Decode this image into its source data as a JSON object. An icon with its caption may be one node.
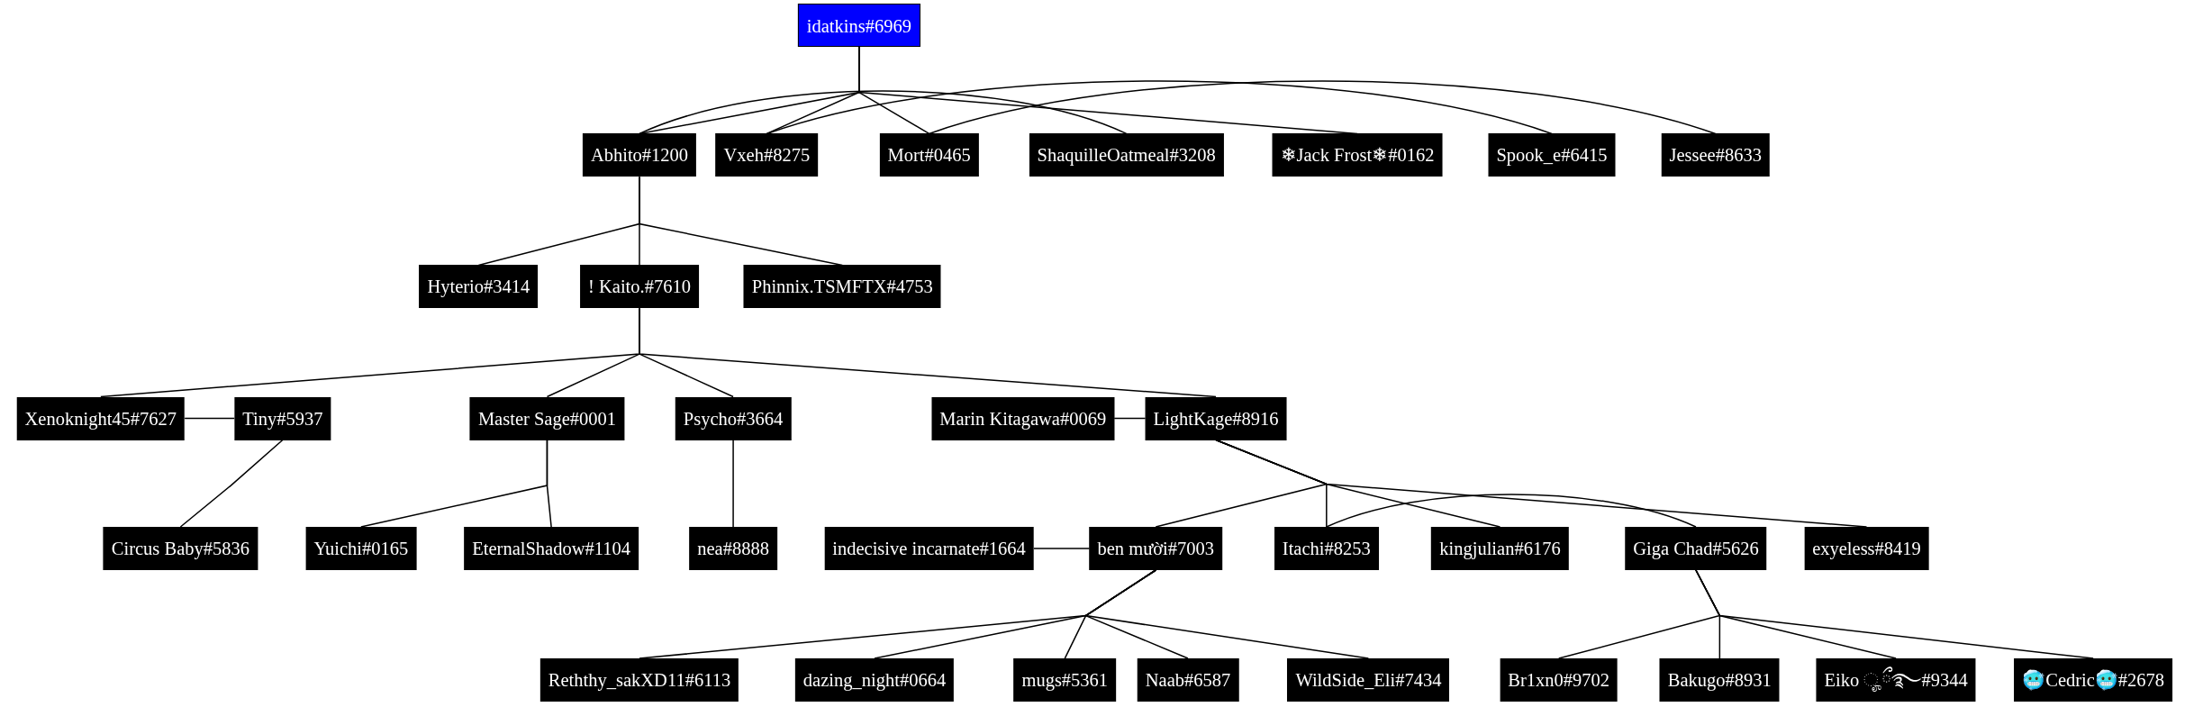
{
  "diagram": {
    "nodes": [
      {
        "text": [
          "idatkins#6969"
        ]
      },
      {
        "text": [
          "Abhito#1200"
        ]
      },
      {
        "text": [
          "Vxeh#8275"
        ]
      },
      {
        "text": [
          "Mort#0465"
        ]
      },
      {
        "text": [
          "ShaquilleOatmeal#3208"
        ]
      },
      {
        "text": [
          "❄Jack Frost❄#0162"
        ]
      },
      {
        "text": [
          "Spook_e#6415"
        ]
      },
      {
        "text": [
          "Jessee#8633"
        ]
      },
      {
        "text": [
          "Hyterio#3414"
        ]
      },
      {
        "text": [
          "! Kaito.#7610"
        ]
      },
      {
        "text": [
          "Phinnix.TSMFTX#4753"
        ]
      },
      {
        "text": [
          "Xenoknight45#7627"
        ]
      },
      {
        "text": [
          "Tiny#5937"
        ]
      },
      {
        "text": [
          "Master Sage#0001"
        ]
      },
      {
        "text": [
          "Psycho#3664"
        ]
      },
      {
        "text": [
          "Marin Kitagawa#0069"
        ]
      },
      {
        "text": [
          "LightKage#8916"
        ]
      },
      {
        "text": [
          "Circus Baby#5836"
        ]
      },
      {
        "text": [
          "Yuichi#0165"
        ]
      },
      {
        "text": [
          "EternalShadow#1104"
        ]
      },
      {
        "text": [
          "nea#8888"
        ]
      },
      {
        "text": [
          "indecisive incarnate#1664"
        ]
      },
      {
        "text": [
          "ben mười#7003"
        ]
      },
      {
        "text": [
          "Itachi#8253"
        ]
      },
      {
        "text": [
          "kingjulian#6176"
        ]
      },
      {
        "text": [
          "Giga Chad#5626"
        ]
      },
      {
        "text": [
          "exyeless#8419"
        ]
      },
      {
        "text": [
          "Reththy_sakXD11#6113"
        ]
      },
      {
        "text": [
          "dazing_night#0664"
        ]
      },
      {
        "text": [
          "mugs#5361"
        ]
      },
      {
        "text": [
          "Naab#6587"
        ]
      },
      {
        "text": [
          "WildSide_Eli#7434"
        ]
      },
      {
        "text": [
          "Br1xn0#9702"
        ]
      },
      {
        "text": [
          "Bakugo#8931"
        ]
      },
      {
        "text": [
          "Eiko ೄྀ࿐#9344"
        ]
      },
      {
        "text": [
          "🥶Cedric🥶#2678"
        ]
      }
    ],
    "edges": [
      {
        "from": 0,
        "to": 1,
        "arrow": "none"
      },
      {
        "from": 0,
        "to": 2,
        "arrow": "none"
      },
      {
        "from": 0,
        "to": 3,
        "arrow": "none"
      },
      {
        "from": 0,
        "to": 5,
        "arrow": "none"
      },
      {
        "from": 1,
        "to": 4,
        "arrow": "none"
      },
      {
        "from": 2,
        "to": 6,
        "arrow": "none"
      },
      {
        "from": 3,
        "to": 7,
        "arrow": "none"
      },
      {
        "from": 1,
        "to": 8,
        "arrow": "none"
      },
      {
        "from": 1,
        "to": 9,
        "arrow": "none"
      },
      {
        "from": 1,
        "to": 10,
        "arrow": "none"
      },
      {
        "from": 9,
        "to": 11,
        "arrow": "none"
      },
      {
        "from": 9,
        "to": 13,
        "arrow": "none"
      },
      {
        "from": 9,
        "to": 14,
        "arrow": "none"
      },
      {
        "from": 9,
        "to": 16,
        "arrow": "none"
      },
      {
        "from": 11,
        "to": 12,
        "arrow": "none"
      },
      {
        "from": 15,
        "to": 16,
        "arrow": "none"
      },
      {
        "from": 12,
        "to": 17,
        "arrow": "none"
      },
      {
        "from": 13,
        "to": 18,
        "arrow": "none"
      },
      {
        "from": 13,
        "to": 19,
        "arrow": "none"
      },
      {
        "from": 14,
        "to": 20,
        "arrow": "none"
      },
      {
        "from": 16,
        "to": 22,
        "arrow": "none"
      },
      {
        "from": 16,
        "to": 23,
        "arrow": "none"
      },
      {
        "from": 16,
        "to": 24,
        "arrow": "none"
      },
      {
        "from": 16,
        "to": 26,
        "arrow": "none"
      },
      {
        "from": 21,
        "to": 22,
        "arrow": "none"
      },
      {
        "from": 23,
        "to": 25,
        "arrow": "none"
      },
      {
        "from": 22,
        "to": 27,
        "arrow": "none"
      },
      {
        "from": 22,
        "to": 28,
        "arrow": "none"
      },
      {
        "from": 22,
        "to": 29,
        "arrow": "none"
      },
      {
        "from": 22,
        "to": 30,
        "arrow": "none"
      },
      {
        "from": 22,
        "to": 31,
        "arrow": "none"
      },
      {
        "from": 25,
        "to": 32,
        "arrow": "none"
      },
      {
        "from": 25,
        "to": 33,
        "arrow": "none"
      },
      {
        "from": 25,
        "to": 34,
        "arrow": "none"
      },
      {
        "from": 25,
        "to": 35,
        "arrow": "none"
      }
    ]
  }
}
